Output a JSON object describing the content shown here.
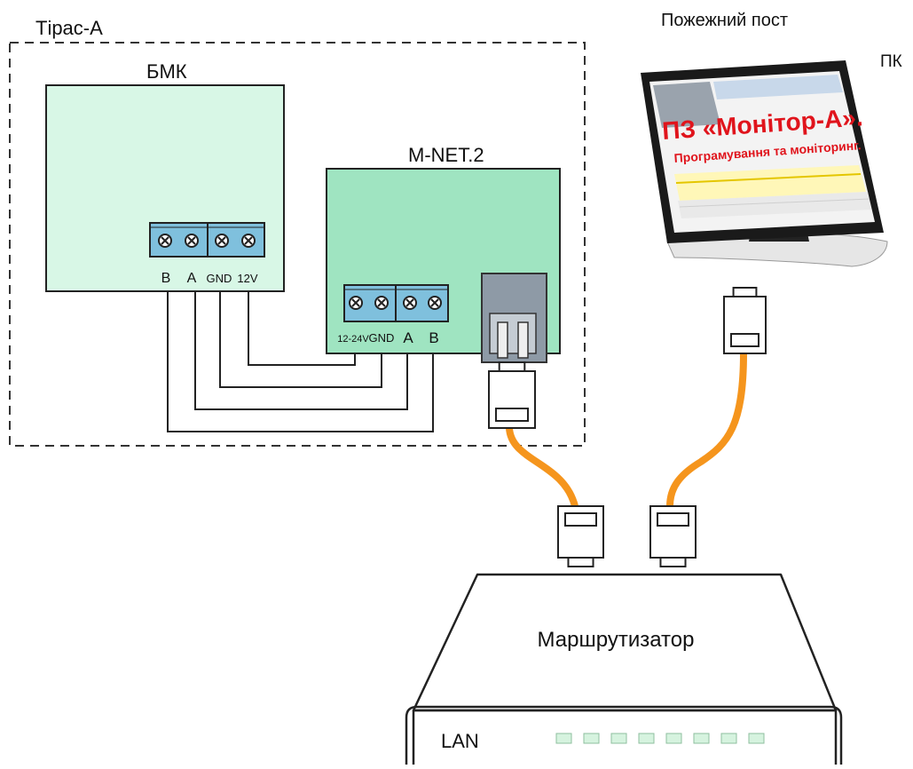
{
  "labels": {
    "enclosure": "Тірас-А",
    "bmk": "БМК",
    "mnet": "M-NET.2",
    "fire_post": "Пожежний пост",
    "pc": "ПК",
    "router": "Маршрутизатор",
    "lan": "LAN"
  },
  "bmk_terminals": [
    "B",
    "A",
    "GND",
    "12V"
  ],
  "mnet_terminals": [
    "12-24V",
    "GND",
    "A",
    "B"
  ],
  "monitor_screen": {
    "title": "ПЗ «Монітор-А».",
    "subtitle": "Програмування та моніторинг."
  },
  "colors": {
    "module_fill": "#d8f7e6",
    "mnet_fill": "#9fe4c1",
    "terminal_fill": "#7fc0dd",
    "cable": "#f5951d",
    "lan_led": "#d6f3df",
    "screen_title": "#e0141c"
  },
  "icons": [
    "screw-terminal-icon",
    "rj45-socket-icon",
    "rj45-plug-icon",
    "monitor-icon",
    "router-icon"
  ]
}
